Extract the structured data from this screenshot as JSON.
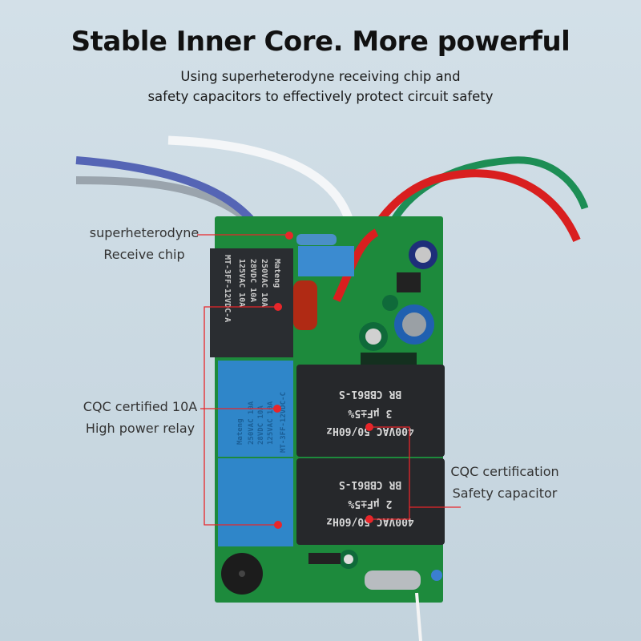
{
  "header": {
    "title": "Stable Inner Core. More powerful",
    "subtitle_line1": "Using superheterodyne receiving chip and",
    "subtitle_line2": "safety capacitors to effectively protect circuit safety"
  },
  "callouts": [
    {
      "line1": "superheterodyne",
      "line2": "Receive chip"
    },
    {
      "line1": "CQC certified 10A",
      "line2": "High power relay"
    },
    {
      "line1": "CQC certification",
      "line2": "Safety capacitor"
    }
  ],
  "board_markings": {
    "relay_brand": "Mateng",
    "relay_model_top": "MT-3FF-12VDC-A",
    "relay_model": "MT-3FF-12VDC-C",
    "relay_ratings": [
      "250VAC 10A",
      "28VDC 10A",
      "125VAC 10A"
    ],
    "cap1": {
      "voltage": "400VAC 50/60Hz",
      "value": "3 μF±5%",
      "model": "CBB61-S",
      "brand": "BR"
    },
    "cap2": {
      "voltage": "400VAC 50/60Hz",
      "value": "2 μF±5%",
      "model": "CBB61-S",
      "brand": "BR"
    }
  },
  "colors": {
    "accent": "#e8262a",
    "pcb": "#1d8a3c",
    "background": "#c9d8e1"
  }
}
